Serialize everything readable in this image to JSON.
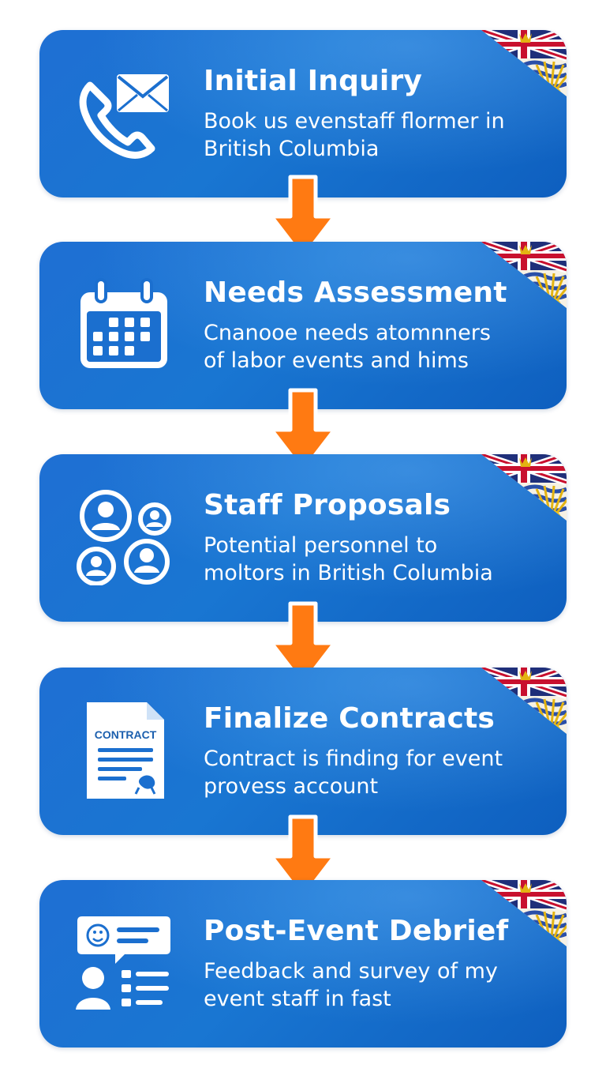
{
  "steps": [
    {
      "title": "Initial Inquiry",
      "desc_line1": "Book us evenstaff flormer in",
      "desc_line2": "British Columbia",
      "icon": "phone-mail-icon"
    },
    {
      "title": "Needs Assessment",
      "desc_line1": "Cnanooe needs atomnners",
      "desc_line2": "of labor events and hims",
      "icon": "calendar-icon"
    },
    {
      "title": "Staff Proposals",
      "desc_line1": "Potential personnel to",
      "desc_line2": "moltors in British Columbia",
      "icon": "people-group-icon"
    },
    {
      "title": "Finalize Contracts",
      "desc_line1": "Contract is finding for event",
      "desc_line2": "provess account",
      "icon": "contract-document-icon",
      "icon_text": "CONTRACT"
    },
    {
      "title": "Post-Event Debrief",
      "desc_line1": "Feedback and survey of my",
      "desc_line2": "event staff in fast",
      "icon": "feedback-survey-icon"
    }
  ],
  "colors": {
    "card": "#1976d2",
    "arrow": "#ff7a12",
    "text": "#ffffff"
  }
}
